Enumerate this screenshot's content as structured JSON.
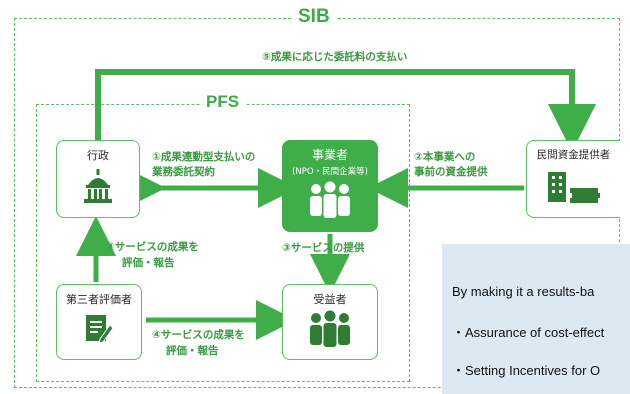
{
  "frames": {
    "outer_label": "SIB",
    "inner_label": "PFS"
  },
  "nodes": {
    "government": "行政",
    "provider_title": "事業者",
    "provider_sub": "(NPO・民間企業等)",
    "investor": "民間資金提供者",
    "evaluator": "第三者評価者",
    "beneficiary": "受益者"
  },
  "edges": {
    "payment": "⑤成果に応じた委託料の支払い",
    "contract_line1": "①成果連動型支払いの",
    "contract_line2": "業務委託契約",
    "funding_line1": "②本事業への",
    "funding_line2": "事前の資金提供",
    "service": "③サービスの提供",
    "report_up_line1": "④サービスの成果を",
    "report_up_line2": "評価・報告",
    "report_right_line1": "④サービスの成果を",
    "report_right_line2": "評価・報告"
  },
  "panel": {
    "line1": "By making it a results-ba",
    "line2": "・Assurance of cost-effect",
    "line3": "・Setting Incentives for O"
  }
}
